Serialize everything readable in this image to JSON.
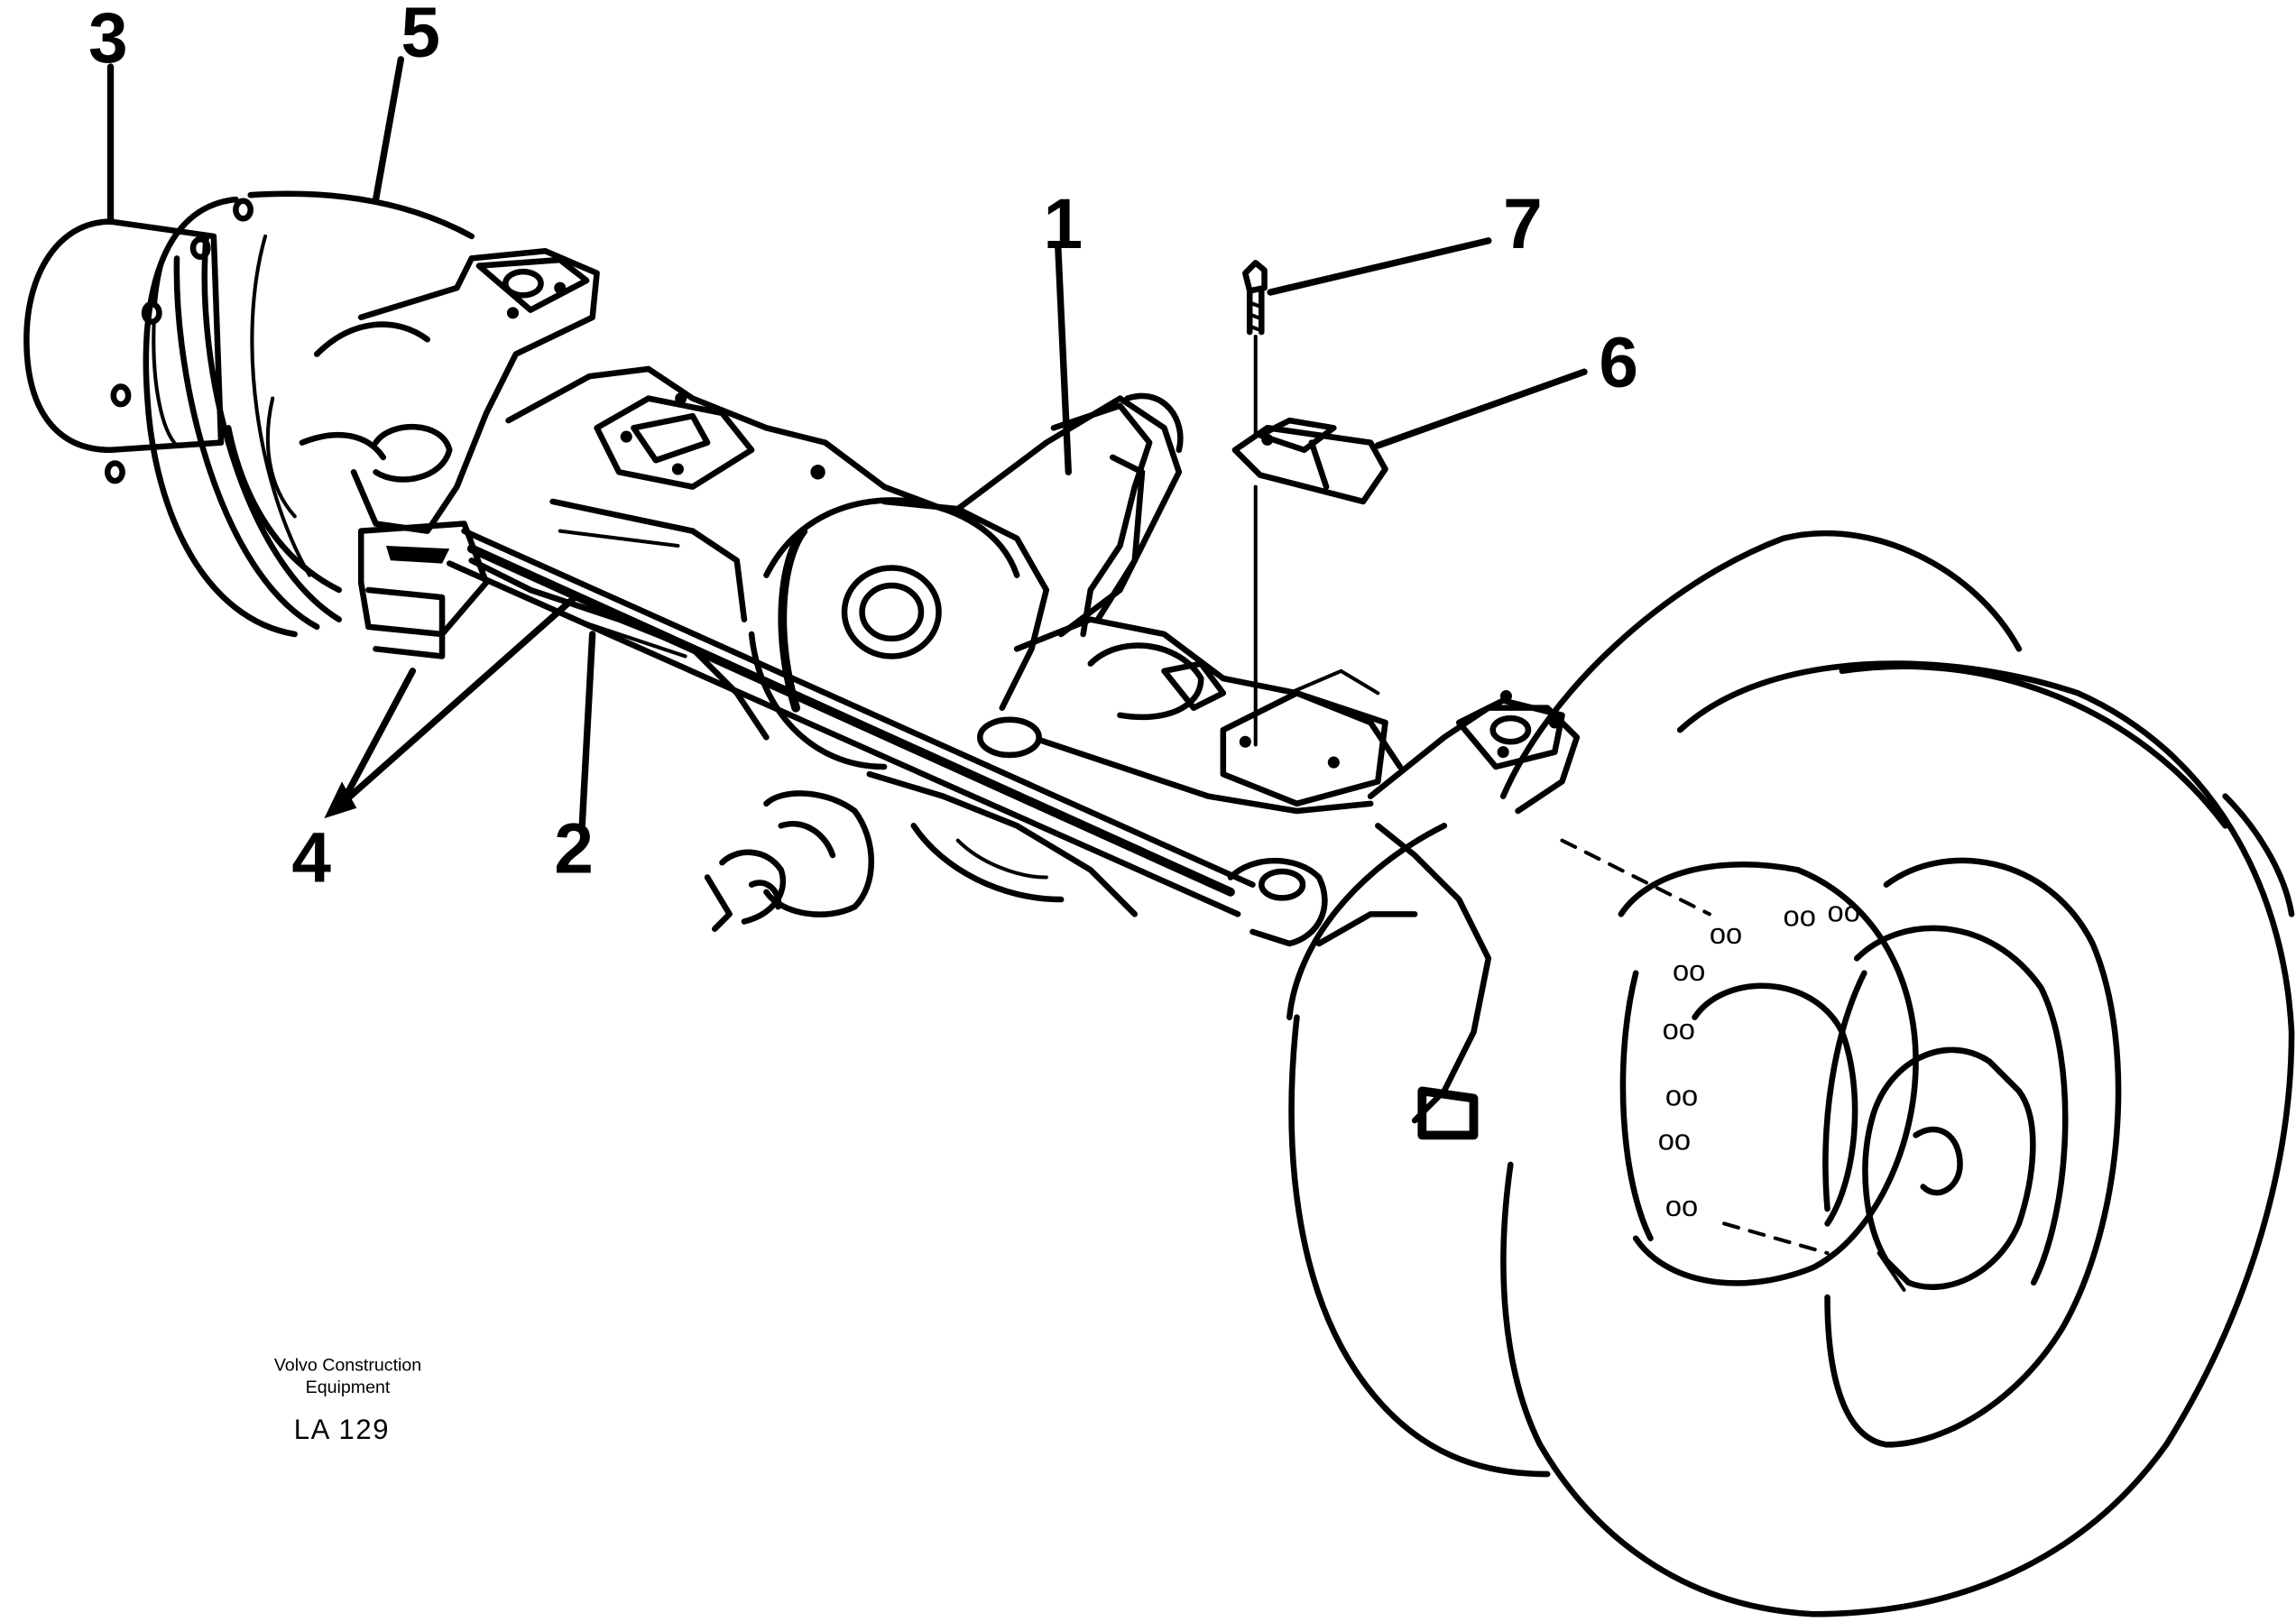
{
  "callouts": [
    {
      "id": "1",
      "label": "1"
    },
    {
      "id": "2",
      "label": "2"
    },
    {
      "id": "3",
      "label": "3"
    },
    {
      "id": "4",
      "label": "4"
    },
    {
      "id": "5",
      "label": "5"
    },
    {
      "id": "6",
      "label": "6"
    },
    {
      "id": "7",
      "label": "7"
    }
  ],
  "footer": {
    "company_line1": "Volvo Construction",
    "company_line2": "Equipment",
    "code": "LA 129"
  }
}
